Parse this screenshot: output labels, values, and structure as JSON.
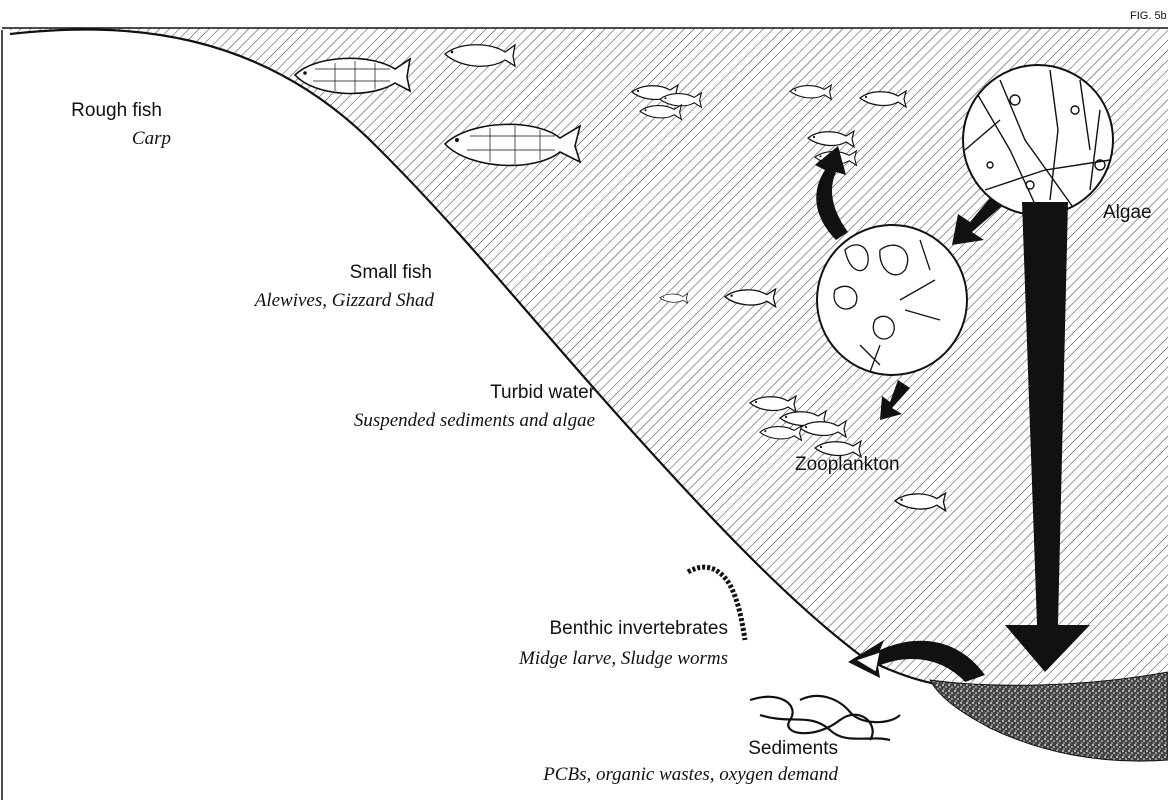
{
  "figure": {
    "label": "FIG. 5b"
  },
  "labels": {
    "rough_fish": {
      "title": "Rough fish",
      "subtitle": "Carp"
    },
    "small_fish": {
      "title": "Small fish",
      "subtitle": "Alewives, Gizzard Shad"
    },
    "turbid_water": {
      "title": "Turbid water",
      "subtitle": "Suspended sediments and algae"
    },
    "benthic": {
      "title": "Benthic invertebrates",
      "subtitle": "Midge larve, Sludge worms"
    },
    "sediments": {
      "title": "Sediments",
      "subtitle": "PCBs, organic wastes, oxygen demand"
    },
    "algae": "Algae",
    "zooplankton": "Zooplankton"
  },
  "colors": {
    "ink": "#111111",
    "background": "#ffffff"
  }
}
